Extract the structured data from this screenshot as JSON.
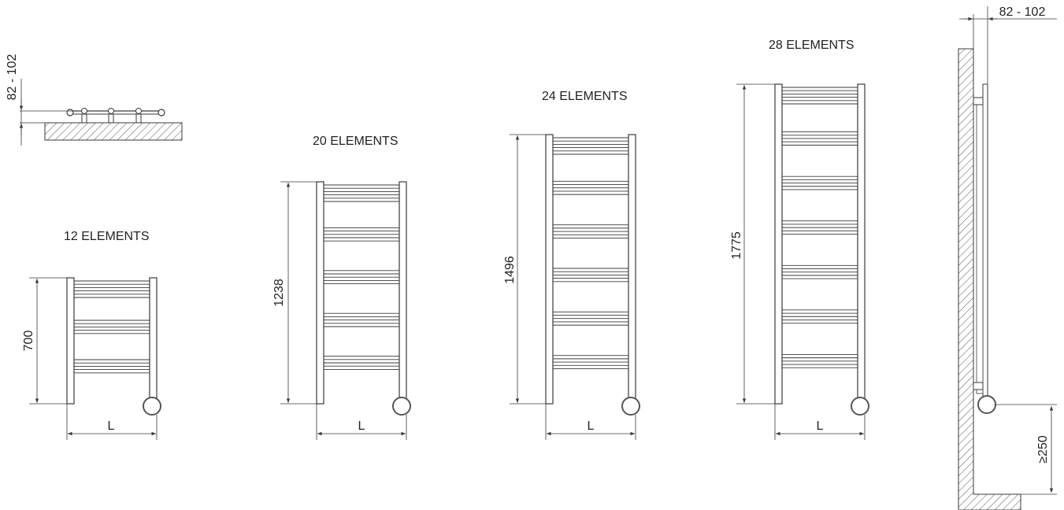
{
  "diagram": {
    "colors": {
      "line": "#3a3a3a",
      "hatch": "#555555",
      "background": "#ffffff"
    },
    "radiators": [
      {
        "id": "r12",
        "label": "12 ELEMENTS",
        "height_label": "700",
        "width_label": "L",
        "elements": 12
      },
      {
        "id": "r20",
        "label": "20 ELEMENTS",
        "height_label": "1238",
        "width_label": "L",
        "elements": 20
      },
      {
        "id": "r24",
        "label": "24 ELEMENTS",
        "height_label": "1496",
        "width_label": "L",
        "elements": 24
      },
      {
        "id": "r28",
        "label": "28 ELEMENTS",
        "height_label": "1775",
        "width_label": "L",
        "elements": 28
      }
    ],
    "top_view": {
      "depth_label": "82 - 102"
    },
    "side_view": {
      "depth_label": "82 - 102",
      "floor_clearance_label": "≥250"
    }
  }
}
